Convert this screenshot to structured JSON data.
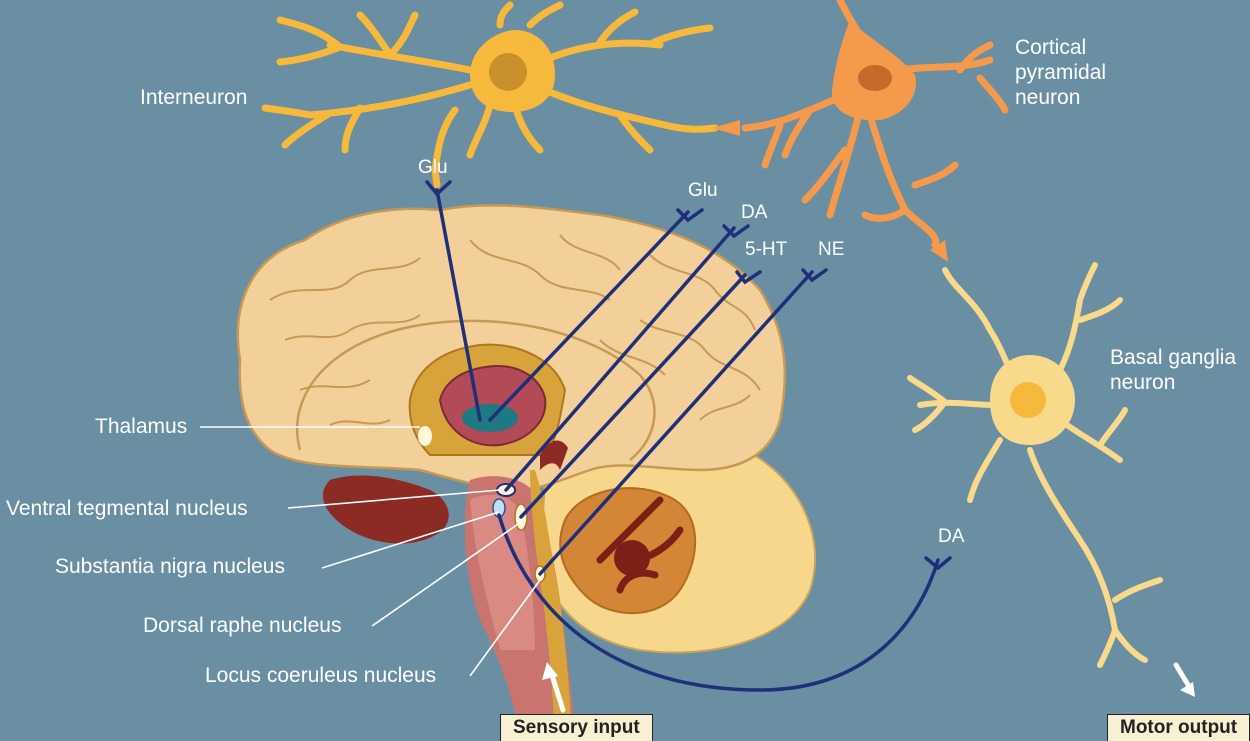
{
  "neurons": {
    "interneuron": "Interneuron",
    "cortical_pyramidal": [
      "Cortical",
      "pyramidal",
      "neuron"
    ],
    "basal_ganglia": [
      "Basal ganglia",
      "neuron"
    ]
  },
  "brain_labels": {
    "thalamus": "Thalamus",
    "ventral_tegmental": "Ventral tegmental nucleus",
    "substantia_nigra": "Substantia nigra nucleus",
    "dorsal_raphe": "Dorsal raphe nucleus",
    "locus_coeruleus": "Locus coeruleus nucleus"
  },
  "neurotransmitters": {
    "glu_interneuron": "Glu",
    "glu_thalamic": "Glu",
    "da_cortical": "DA",
    "serotonin": "5-HT",
    "ne": "NE",
    "da_basal": "DA"
  },
  "io_boxes": {
    "sensory": "Sensory input",
    "motor": "Motor output"
  },
  "colors": {
    "background": "#6a8ea2",
    "pathway": "#1f2f7a",
    "cortex": "#f3d09a",
    "interneuron": "#f6b93b",
    "pyramidal": "#f49a4a",
    "basal": "#f9d98c"
  }
}
